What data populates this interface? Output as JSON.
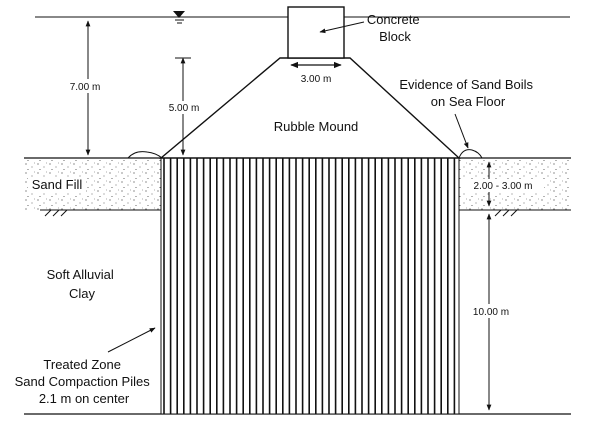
{
  "labels": {
    "concrete_block": [
      "Concrete",
      "Block"
    ],
    "rubble_mound": "Rubble Mound",
    "sand_boils": [
      "Evidence of Sand Boils",
      "on Sea Floor"
    ],
    "sand_fill": "Sand Fill",
    "soft_clay": [
      "Soft Alluvial",
      "Clay"
    ],
    "treated_zone": [
      "Treated Zone",
      "Sand Compaction Piles",
      "2.1 m on center"
    ]
  },
  "dimensions": {
    "water_depth": "7.00 m",
    "mound_height": "5.00 m",
    "block_width": "3.00  m",
    "sand_fill_thickness": "2.00 - 3.00 m",
    "clay_thickness": "10.00 m"
  },
  "colors": {
    "line": "#111111",
    "background": "#ffffff",
    "sand_dots": "#333333"
  }
}
